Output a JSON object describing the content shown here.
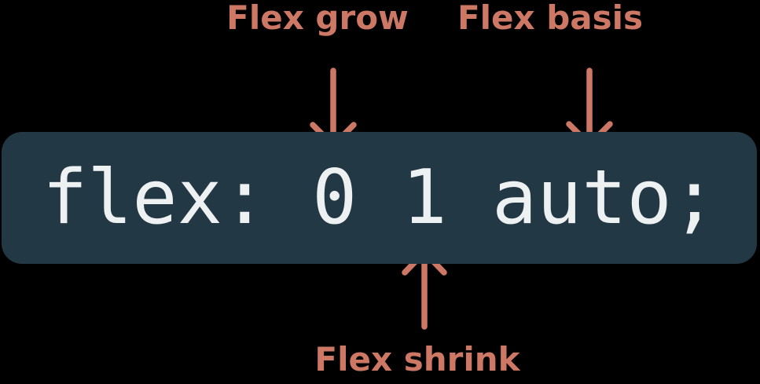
{
  "code": "flex: 0 1 auto;",
  "labels": {
    "grow": "Flex grow",
    "basis": "Flex basis",
    "shrink": "Flex shrink"
  },
  "colors": {
    "accent": "#cd7765",
    "box_bg": "#233845",
    "code_text": "#eef1f2",
    "background": "#000000"
  }
}
